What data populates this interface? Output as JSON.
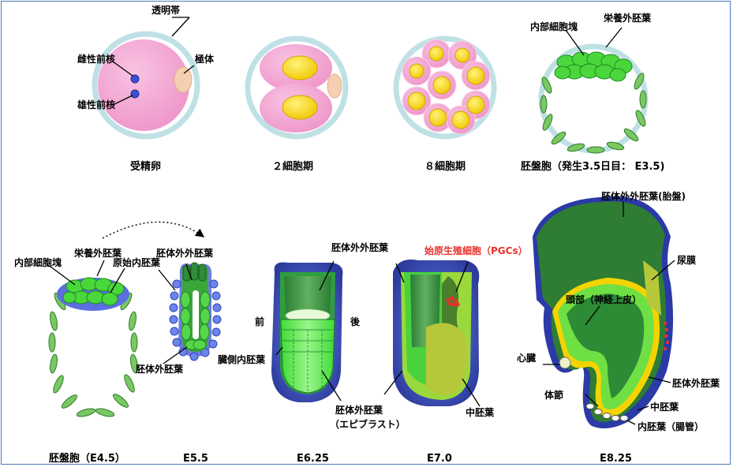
{
  "labels": {
    "zona": "透明帯",
    "female_pronucleus": "雌性前核",
    "polar_body": "極体",
    "male_pronucleus": "雄性前核",
    "te_top": "栄養外胚葉",
    "icm_top": "内部細胞塊",
    "icm_low": "内部細胞塊",
    "te_low": "栄養外胚葉",
    "prim_endo": "原始内胚葉",
    "exe_ecto_e55": "胚体外外胚葉",
    "epiblast_e55": "胚体外胚葉",
    "exe_ecto_e625": "胚体外外胚葉",
    "front": "前",
    "back": "後",
    "visceral_endo": "臓側内胚葉",
    "epiblast_e625": "胚体外胚葉",
    "epiblast_note": "（エピブラスト）",
    "pgc": "始原生殖細胞（PGCs）",
    "mesoderm_e7": "中胚葉",
    "placenta": "胚体外外胚葉(胎盤)",
    "allantois": "尿膜",
    "head": "頭部（神経上皮）",
    "heart": "心臓",
    "epiblast_e825": "胚体外胚葉",
    "somite": "体節",
    "mesoderm_e825": "中胚葉",
    "endoderm_gut": "内胚葉（腸管）"
  },
  "captions": {
    "fertilized_egg": "受精卵",
    "two_cell": "２細胞期",
    "eight_cell": "８細胞期",
    "blastocyst_e35": "胚盤胞（発生3.5日目： E3.5)",
    "blastocyst_e45": "胚盤胞（E4.5）",
    "e55": "E5.5",
    "e625": "E6.25",
    "e70": "E7.0",
    "e825": "E8.25"
  },
  "colors": {
    "zona": "#bfe1e6",
    "cytoplasm": "#f2a3cf",
    "nucleus": "#f6d817",
    "polar_body": "#f5cfb0",
    "trophectoderm": "#6cc25a",
    "icm": "#49d23c",
    "primitive_endoderm": "#5b6fe0",
    "visceral_endoderm": "#2b3aa6",
    "epiblast_light": "#5ef03c",
    "epiblast_dark": "#2d8a35",
    "mesoderm": "#aacc33",
    "gut_endoderm": "#f4d400",
    "pgc": "#e8322a",
    "frame": "#4a7ab8"
  }
}
